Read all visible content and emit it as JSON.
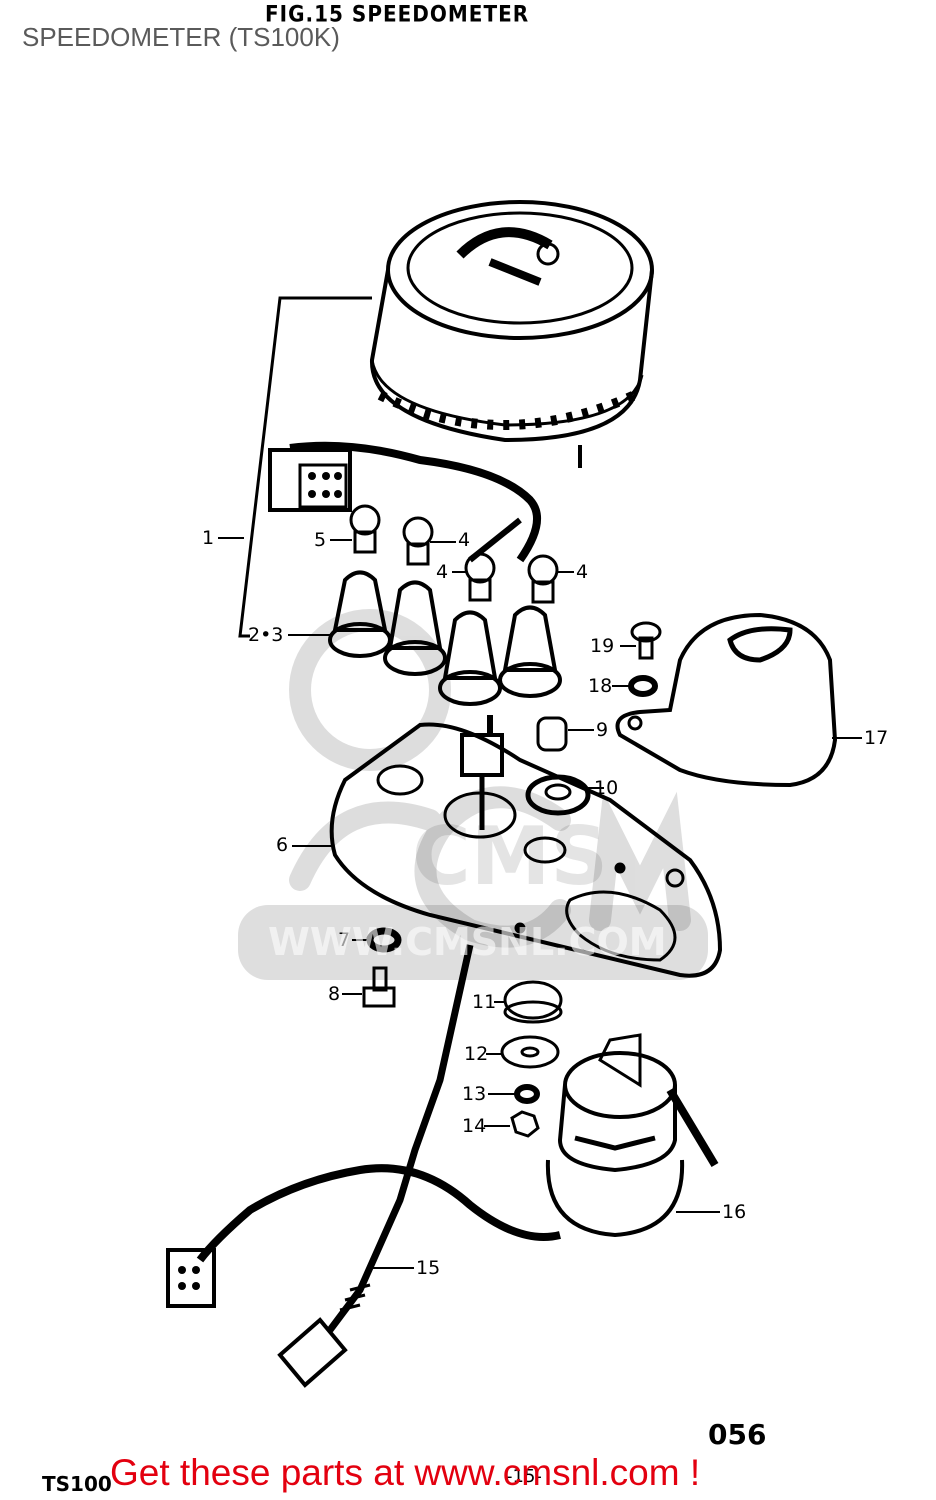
{
  "figure": {
    "title": "FIG.15 SPEEDOMETER",
    "subtitle": "SPEEDOMETER (TS100K)",
    "page_code": "056",
    "model_code": "TS100",
    "page_number": "-15-"
  },
  "watermark": {
    "text": "WWW.CMSNL.COM",
    "logo": "CMS"
  },
  "callouts": [
    {
      "id": "c1",
      "label": "1"
    },
    {
      "id": "c2-3",
      "label": "2•3"
    },
    {
      "id": "c4a",
      "label": "4"
    },
    {
      "id": "c4b",
      "label": "4"
    },
    {
      "id": "c4c",
      "label": "4"
    },
    {
      "id": "c5",
      "label": "5"
    },
    {
      "id": "c6",
      "label": "6"
    },
    {
      "id": "c7",
      "label": "7"
    },
    {
      "id": "c8",
      "label": "8"
    },
    {
      "id": "c9",
      "label": "9"
    },
    {
      "id": "c10",
      "label": "10"
    },
    {
      "id": "c11",
      "label": "11"
    },
    {
      "id": "c12",
      "label": "12"
    },
    {
      "id": "c13",
      "label": "13"
    },
    {
      "id": "c14",
      "label": "14"
    },
    {
      "id": "c15",
      "label": "15"
    },
    {
      "id": "c16",
      "label": "16"
    },
    {
      "id": "c17",
      "label": "17"
    },
    {
      "id": "c18",
      "label": "18"
    },
    {
      "id": "c19",
      "label": "19"
    }
  ],
  "promo": {
    "text": "Get these parts at www.cmsnl.com !",
    "color": "#e3000f"
  }
}
